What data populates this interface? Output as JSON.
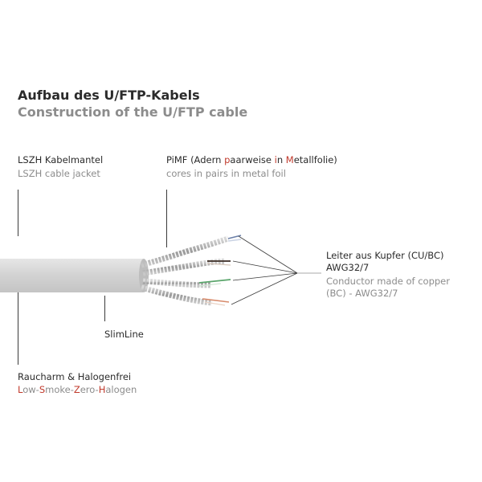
{
  "title": {
    "de": "Aufbau des U/FTP-Kabels",
    "en": "Construction of the U/FTP cable"
  },
  "labels": {
    "jacket": {
      "de": "LSZH Kabelmantel",
      "en": "LSZH cable jacket"
    },
    "pimf": {
      "de_parts": [
        "PiMF (Adern ",
        "p",
        "aarweise ",
        "i",
        "n ",
        "M",
        "etallfolie)"
      ],
      "en": "cores in pairs in metal foil"
    },
    "conductor": {
      "de_line1": "Leiter aus Kupfer (CU/BC)",
      "de_line2": "AWG32/7",
      "en_line1": "Conductor made of copper",
      "en_line2": "(BC) - AWG32/7"
    },
    "slimline": {
      "text": "SlimLine"
    },
    "halogen": {
      "de": "Raucharm & Halogenfrei",
      "en_parts": [
        "L",
        "ow-",
        "S",
        "moke-",
        "Z",
        "ero-",
        "H",
        "alogen"
      ]
    }
  },
  "colors": {
    "accent_red": "#c0392b",
    "jacket_gray": "#d4d4d4",
    "foil_silver": "#b8b8b8"
  }
}
